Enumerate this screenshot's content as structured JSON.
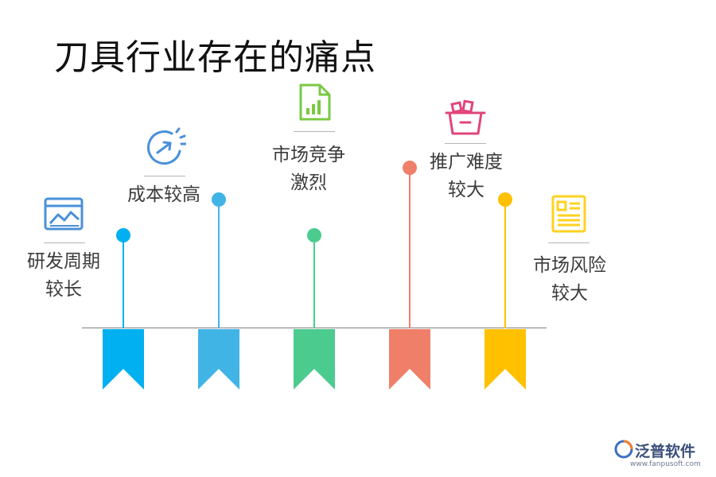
{
  "title": "刀具行业存在的痛点",
  "items": [
    {
      "line1": "研发周期",
      "line2": "较长",
      "color": "#00b0f0",
      "icon": "browser-chart-icon"
    },
    {
      "line1": "成本较高",
      "line2": "",
      "color": "#41b4e6",
      "icon": "gauge-arrow-icon"
    },
    {
      "line1": "市场竞争",
      "line2": "激烈",
      "color": "#4ccb8f",
      "icon": "document-chart-icon"
    },
    {
      "line1": "推广难度",
      "line2": "较大",
      "color": "#f07f6a",
      "icon": "basket-icon"
    },
    {
      "line1": "市场风险",
      "line2": "较大",
      "color": "#ffc000",
      "icon": "report-icon"
    }
  ],
  "logo": {
    "name": "泛普软件",
    "url": "www.fanpusoft.com"
  }
}
